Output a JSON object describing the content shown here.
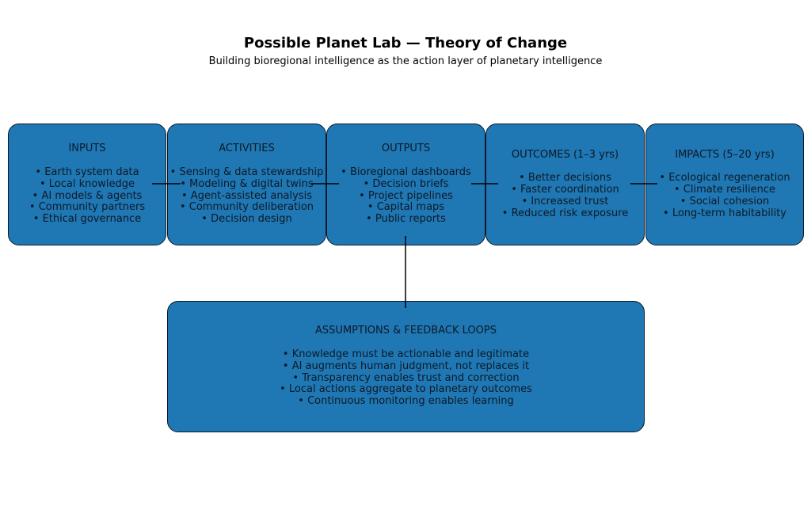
{
  "title": "Possible Planet Lab — Theory of Change",
  "subtitle": "Building bioregional intelligence as the action layer of planetary intelligence",
  "boxes": [
    {
      "heading": "INPUTS",
      "items": [
        "• Earth system data",
        "• Local knowledge",
        "• AI models & agents",
        "• Community partners",
        "• Ethical governance"
      ]
    },
    {
      "heading": "ACTIVITIES",
      "items": [
        "• Sensing & data stewardship",
        "• Modeling & digital twins",
        "• Agent-assisted analysis",
        "• Community deliberation",
        "• Decision design"
      ]
    },
    {
      "heading": "OUTPUTS",
      "items": [
        "• Bioregional dashboards",
        "• Decision briefs",
        "• Project pipelines",
        "• Capital maps",
        "• Public reports"
      ]
    },
    {
      "heading": "OUTCOMES (1–3 yrs)",
      "items": [
        "• Better decisions",
        "• Faster coordination",
        "• Increased trust",
        "• Reduced risk exposure"
      ]
    },
    {
      "heading": "IMPACTS (5–20 yrs)",
      "items": [
        "• Ecological regeneration",
        "• Climate resilience",
        "• Social cohesion",
        "• Long-term habitability"
      ]
    }
  ],
  "assumptions": {
    "heading": "ASSUMPTIONS & FEEDBACK LOOPS",
    "items": [
      "• Knowledge must be actionable and legitimate",
      "• AI augments human judgment, not replaces it",
      "• Transparency enables trust and correction",
      "• Local actions aggregate to planetary outcomes",
      "• Continuous monitoring enables learning"
    ]
  },
  "colors": {
    "box_fill": "#1f77b4",
    "border": "#0a1a2a"
  }
}
